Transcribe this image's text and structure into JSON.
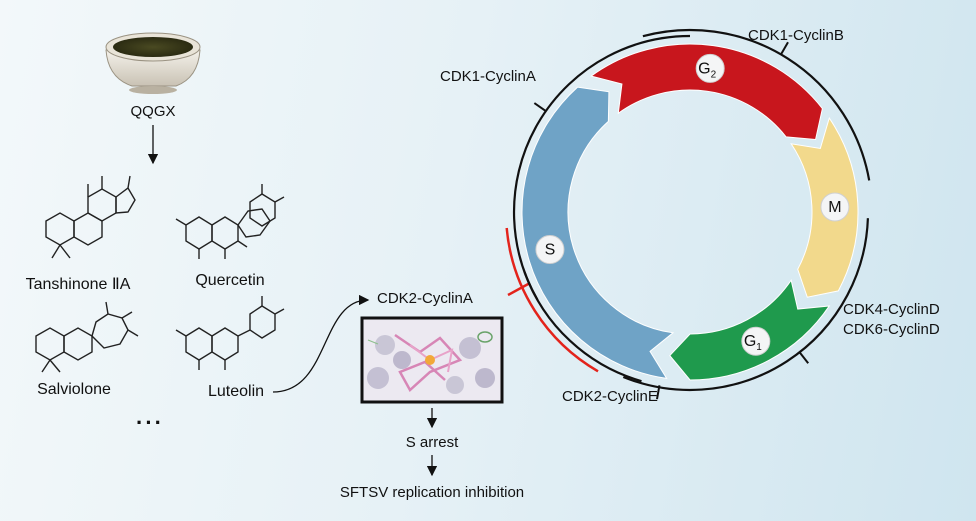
{
  "source": {
    "name": "QQGX"
  },
  "compounds": [
    {
      "name": "Tanshinone ⅡA"
    },
    {
      "name": "Quercetin"
    },
    {
      "name": "Salviolone"
    },
    {
      "name": "Luteolin"
    }
  ],
  "ellipsis": "···",
  "target": {
    "complex": "CDK2-CyclinA"
  },
  "outcomes": {
    "arrest": "S arrest",
    "effect": "SFTSV replication inhibition"
  },
  "cycle": {
    "phases": [
      {
        "key": "S",
        "label": "S",
        "color": "#6fa3c6"
      },
      {
        "key": "G2",
        "label": "G",
        "sub": "2",
        "color": "#c8161d"
      },
      {
        "key": "M",
        "label": "M",
        "color": "#f2d98c"
      },
      {
        "key": "G1",
        "label": "G",
        "sub": "1",
        "color": "#1f9a4d"
      }
    ],
    "complexes": [
      {
        "label": "CDK1-CyclinA"
      },
      {
        "label": "CDK1-CyclinB"
      },
      {
        "label": "CDK4-CyclinD"
      },
      {
        "label": "CDK6-CyclinD"
      },
      {
        "label": "CDK2-CyclinE"
      }
    ],
    "inhibition_color": "#e3231b"
  }
}
